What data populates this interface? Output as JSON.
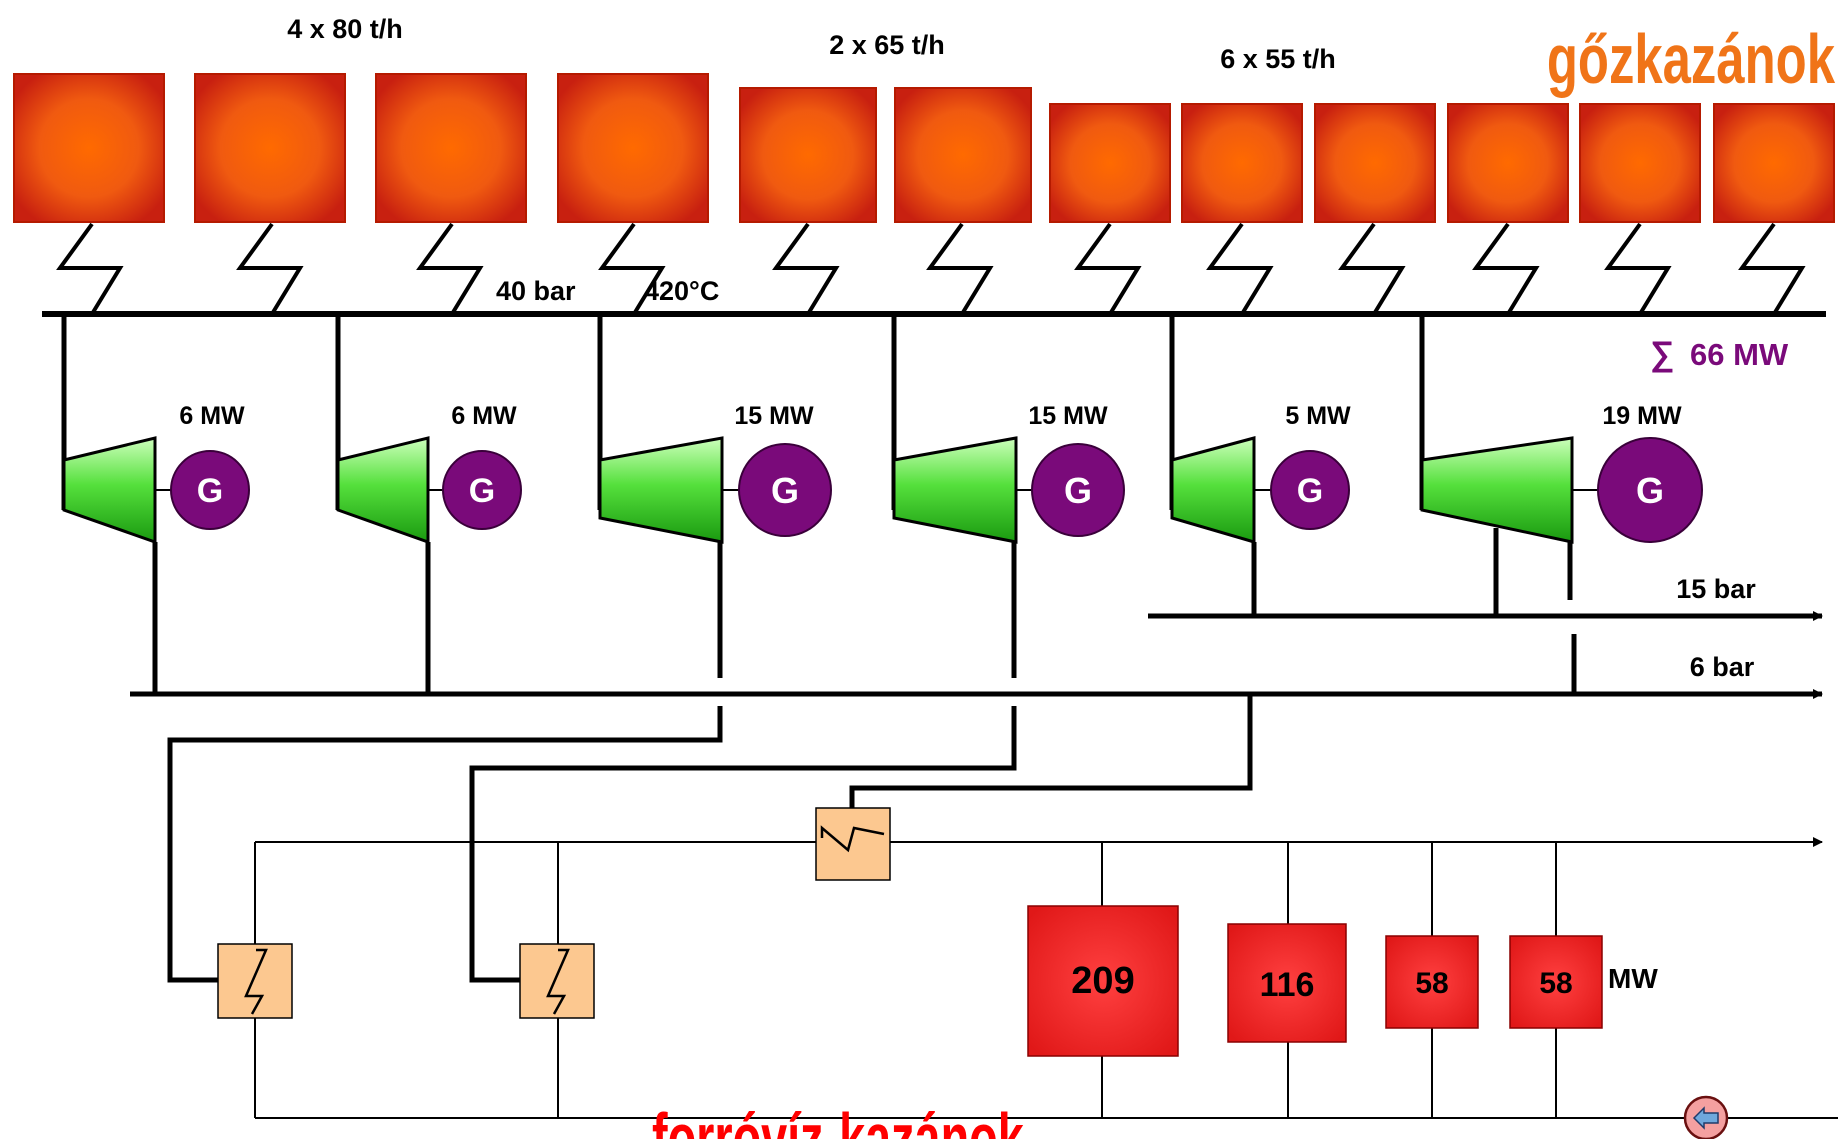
{
  "steam_boiler_groups": [
    {
      "label": "4 x 80 t/h"
    },
    {
      "label": "2 x 65 t/h"
    },
    {
      "label": "6 x 55 t/h"
    }
  ],
  "steam_boilers_title": "gőzkazánok",
  "header_conditions": {
    "pressure": "40 bar",
    "temperature": "420°C"
  },
  "total_power": "66 MW",
  "turbines": [
    {
      "rating": "6 MW",
      "generator": "G"
    },
    {
      "rating": "6 MW",
      "generator": "G"
    },
    {
      "rating": "15 MW",
      "generator": "G"
    },
    {
      "rating": "15 MW",
      "generator": "G"
    },
    {
      "rating": "5 MW",
      "generator": "G"
    },
    {
      "rating": "19 MW",
      "generator": "G"
    }
  ],
  "extraction_lines": {
    "high": "15 bar",
    "low": "6 bar"
  },
  "hot_water_title": "forróvíz-kazánok",
  "hot_water_boilers": [
    {
      "value": "209"
    },
    {
      "value": "116"
    },
    {
      "value": "58"
    },
    {
      "value": "58"
    }
  ],
  "hot_water_unit": "MW",
  "colors": {
    "steam_boiler": "#ff5a00",
    "steam_boiler_border": "#b51a00",
    "title_orange": "#f07418",
    "title_red": "#ff0000",
    "generator": "#7a0a7a",
    "turbine": "#55e03c",
    "heat_exchanger": "#fcc890",
    "hot_water_boiler": "#ff3030",
    "sum_text": "#7a0a7a"
  }
}
